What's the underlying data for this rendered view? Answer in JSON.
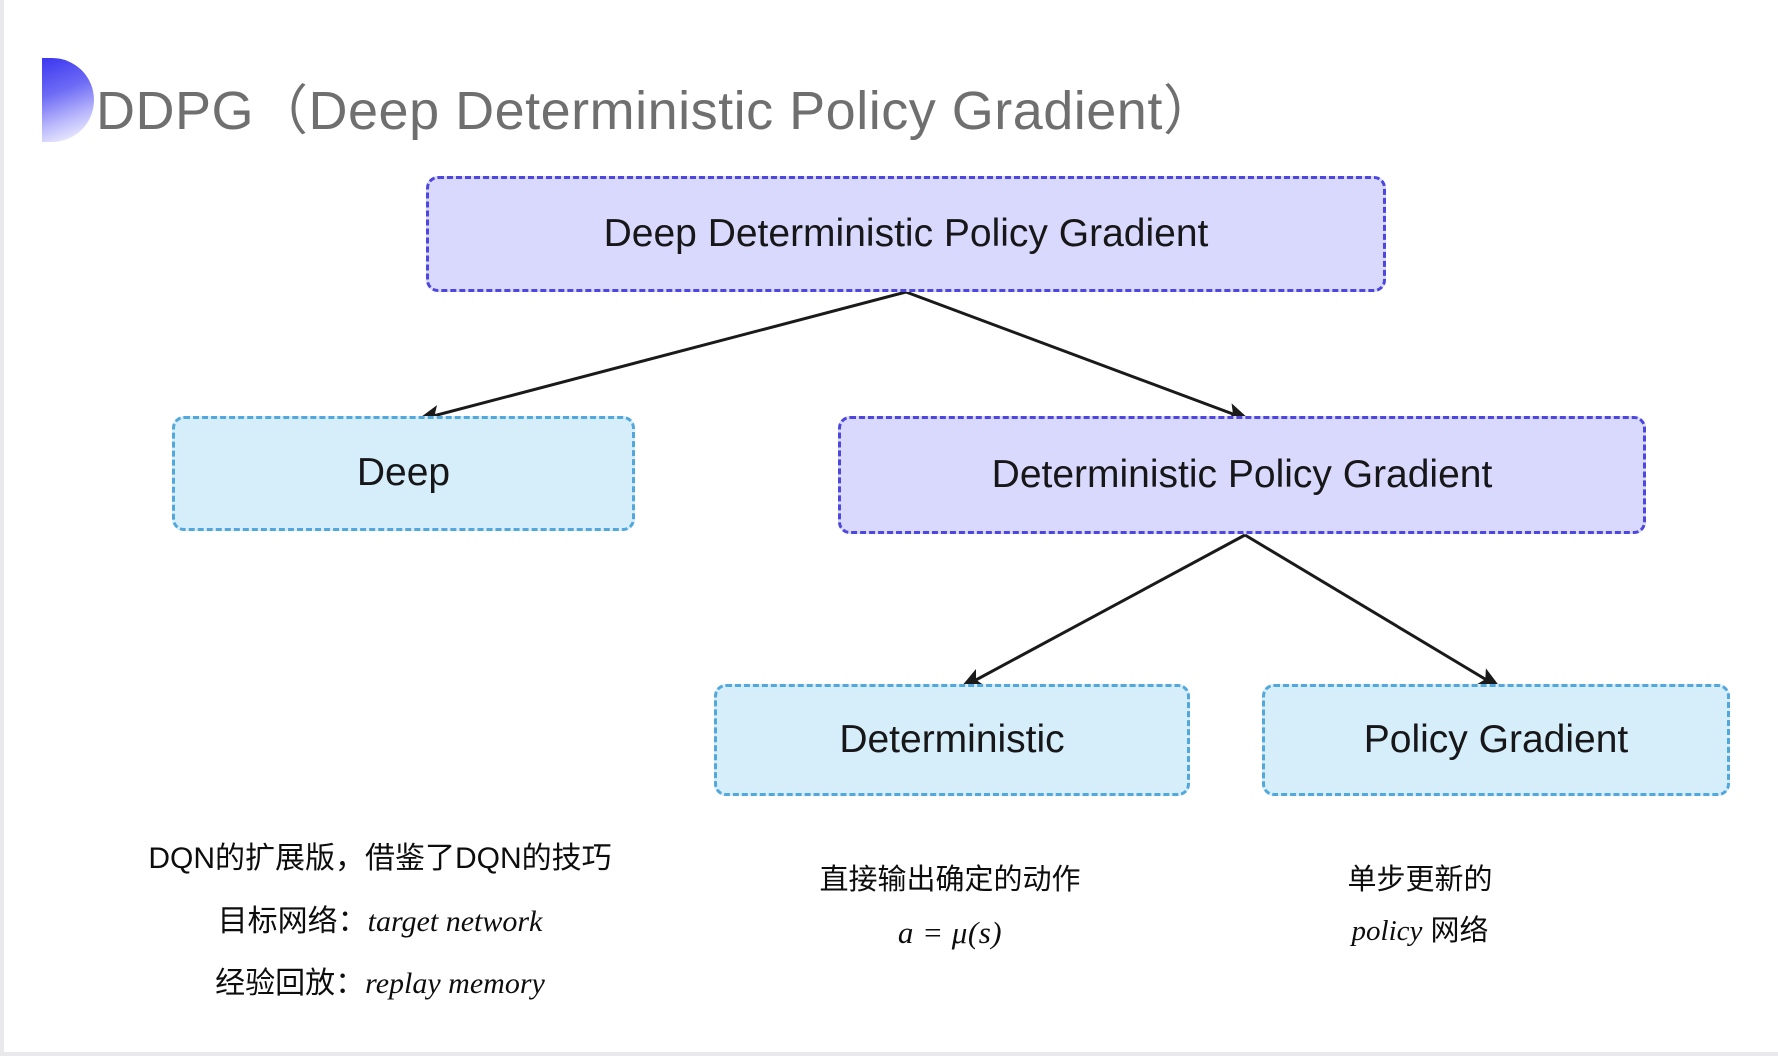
{
  "slide": {
    "title": "DDPG（Deep Deterministic Policy Gradient）",
    "background_color": "#ffffff",
    "title_color": "#6f6f6f",
    "accent_color": "#3b36f0"
  },
  "diagram": {
    "type": "tree",
    "node_colors": {
      "purple_fill": "#d9d9fd",
      "purple_border": "#4d47e0",
      "cyan_fill": "#d5eefa",
      "cyan_border": "#52a8dd",
      "arrow_color": "#1a1a1a"
    },
    "nodes": {
      "root": "Deep Deterministic Policy Gradient",
      "deep": "Deep",
      "dpg": "Deterministic Policy Gradient",
      "deterministic": "Deterministic",
      "policy_gradient": "Policy Gradient"
    },
    "edges": [
      {
        "from": "root",
        "to": "deep"
      },
      {
        "from": "root",
        "to": "dpg"
      },
      {
        "from": "dpg",
        "to": "deterministic"
      },
      {
        "from": "dpg",
        "to": "policy_gradient"
      }
    ]
  },
  "notes": {
    "deep": {
      "line1": "DQN的扩展版，借鉴了DQN的技巧",
      "line2_label": "目标网络：",
      "line2_term": "target network",
      "line3_label": "经验回放：",
      "line3_term": "replay memory"
    },
    "deterministic": {
      "line1": "直接输出确定的动作",
      "formula": "a = μ(s)"
    },
    "policy_gradient": {
      "line1": "单步更新的",
      "line2_term": "policy",
      "line2_suffix": " 网络"
    }
  }
}
